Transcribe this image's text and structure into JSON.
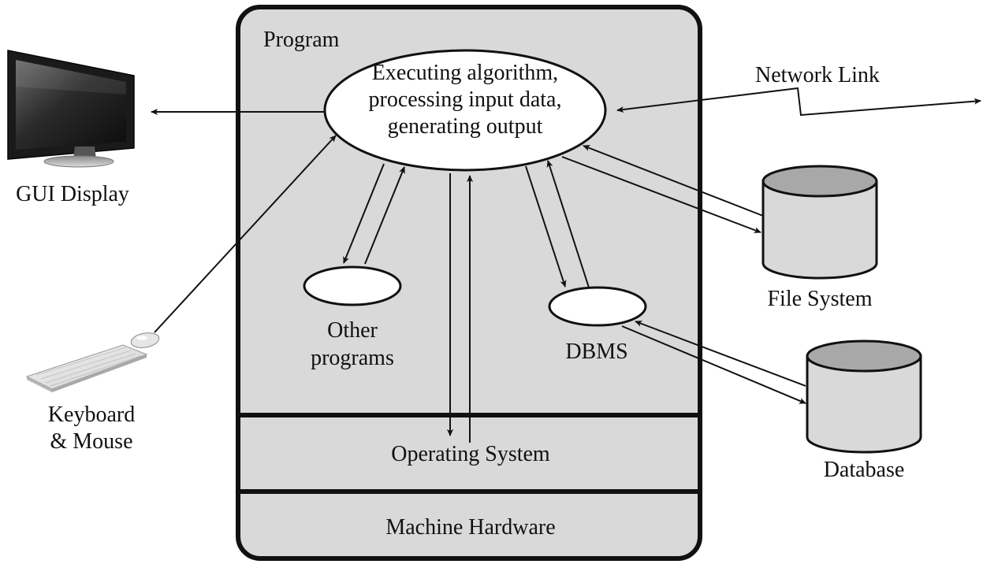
{
  "diagram": {
    "computer": {
      "program_label": "Program",
      "core_process": {
        "line1": "Executing algorithm,",
        "line2": "processing input data,",
        "line3": "generating output"
      },
      "other_programs": {
        "line1": "Other",
        "line2": "programs"
      },
      "dbms": "DBMS",
      "operating_system": "Operating System",
      "machine_hardware": "Machine Hardware"
    },
    "external": {
      "gui_display": "GUI Display",
      "keyboard_mouse": {
        "line1": "Keyboard",
        "line2": "& Mouse"
      },
      "network_link": "Network Link",
      "file_system": "File System",
      "database": "Database"
    },
    "colors": {
      "panel_fill": "#d9d9d9",
      "cylinder_top": "#a8a8a8",
      "stroke": "#111111",
      "ellipse_fill": "#ffffff"
    }
  }
}
